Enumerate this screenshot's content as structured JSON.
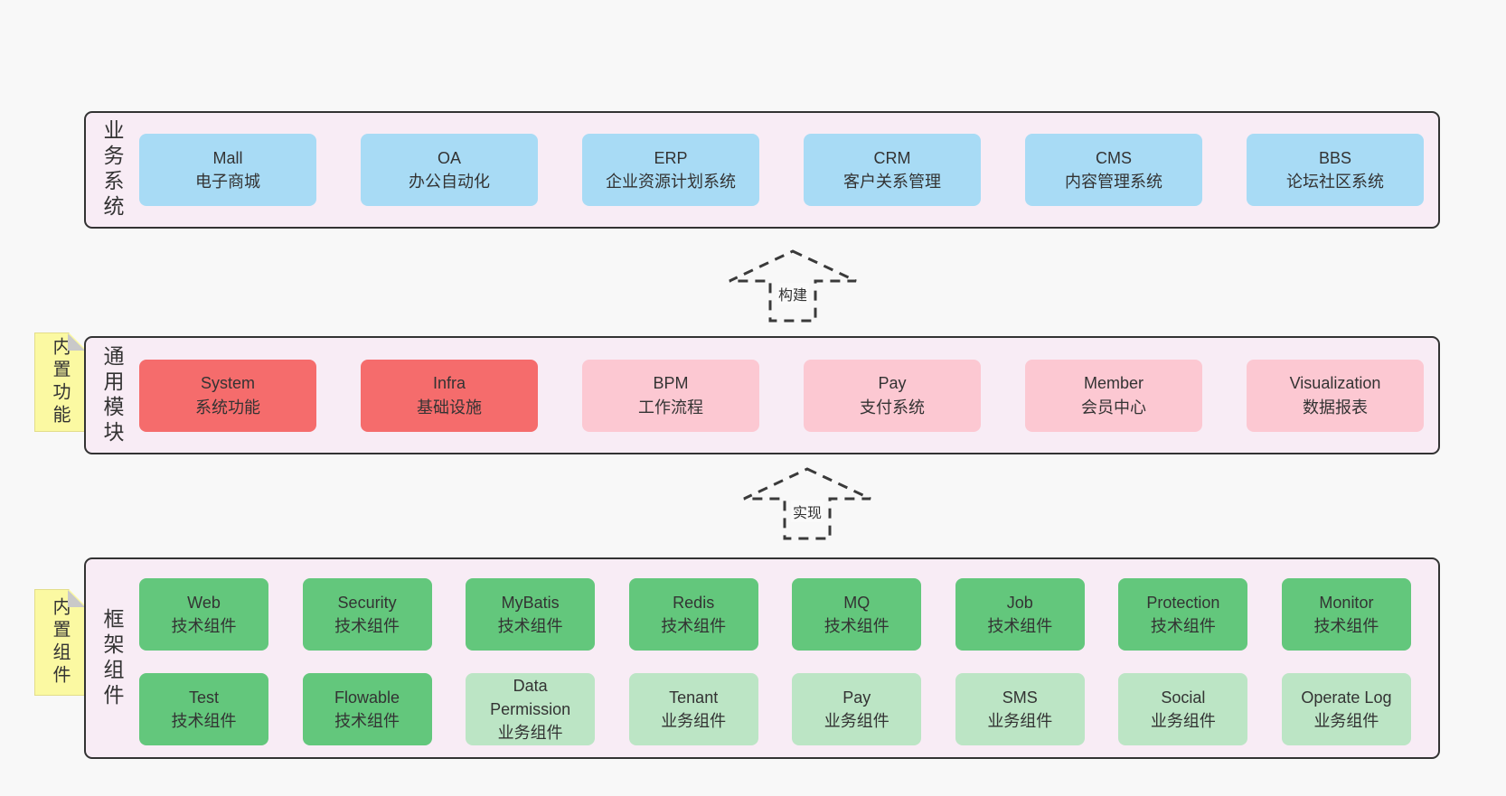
{
  "colors": {
    "page_bg": "#f8f8f8",
    "panel_bg": "#f8ecf5",
    "panel_border": "#333333",
    "blue": "#a8dbf5",
    "red": "#f56c6c",
    "pink": "#fcc8d2",
    "green": "#63c77c",
    "green_light": "#bce5c5",
    "note_bg": "#fbf9a2",
    "note_fold": "#c9c9c9",
    "text": "#333333"
  },
  "arrows": [
    {
      "label": "构建"
    },
    {
      "label": "实现"
    }
  ],
  "sections": [
    {
      "label": "业务系统",
      "note": null,
      "rows": [
        [
          {
            "name": "Mall",
            "caption": "电子商城",
            "variant": "blue"
          },
          {
            "name": "OA",
            "caption": "办公自动化",
            "variant": "blue"
          },
          {
            "name": "ERP",
            "caption": "企业资源计划系统",
            "variant": "blue"
          },
          {
            "name": "CRM",
            "caption": "客户关系管理",
            "variant": "blue"
          },
          {
            "name": "CMS",
            "caption": "内容管理系统",
            "variant": "blue"
          },
          {
            "name": "BBS",
            "caption": "论坛社区系统",
            "variant": "blue"
          }
        ]
      ]
    },
    {
      "label": "通用模块",
      "note": "内置功能",
      "rows": [
        [
          {
            "name": "System",
            "caption": "系统功能",
            "variant": "red"
          },
          {
            "name": "Infra",
            "caption": "基础设施",
            "variant": "red"
          },
          {
            "name": "BPM",
            "caption": "工作流程",
            "variant": "pink"
          },
          {
            "name": "Pay",
            "caption": "支付系统",
            "variant": "pink"
          },
          {
            "name": "Member",
            "caption": "会员中心",
            "variant": "pink"
          },
          {
            "name": "Visualization",
            "caption": "数据报表",
            "variant": "pink"
          }
        ]
      ]
    },
    {
      "label": "框架组件",
      "note": "内置组件",
      "rows": [
        [
          {
            "name": "Web",
            "caption": "技术组件",
            "variant": "green"
          },
          {
            "name": "Security",
            "caption": "技术组件",
            "variant": "green"
          },
          {
            "name": "MyBatis",
            "caption": "技术组件",
            "variant": "green"
          },
          {
            "name": "Redis",
            "caption": "技术组件",
            "variant": "green"
          },
          {
            "name": "MQ",
            "caption": "技术组件",
            "variant": "green"
          },
          {
            "name": "Job",
            "caption": "技术组件",
            "variant": "green"
          },
          {
            "name": "Protection",
            "caption": "技术组件",
            "variant": "green"
          },
          {
            "name": "Monitor",
            "caption": "技术组件",
            "variant": "green"
          }
        ],
        [
          {
            "name": "Test",
            "caption": "技术组件",
            "variant": "green"
          },
          {
            "name": "Flowable",
            "caption": "技术组件",
            "variant": "green"
          },
          {
            "name": "Data Permission",
            "caption": "业务组件",
            "variant": "green_light"
          },
          {
            "name": "Tenant",
            "caption": "业务组件",
            "variant": "green_light"
          },
          {
            "name": "Pay",
            "caption": "业务组件",
            "variant": "green_light"
          },
          {
            "name": "SMS",
            "caption": "业务组件",
            "variant": "green_light"
          },
          {
            "name": "Social",
            "caption": "业务组件",
            "variant": "green_light"
          },
          {
            "name": "Operate Log",
            "caption": "业务组件",
            "variant": "green_light"
          }
        ]
      ]
    }
  ]
}
